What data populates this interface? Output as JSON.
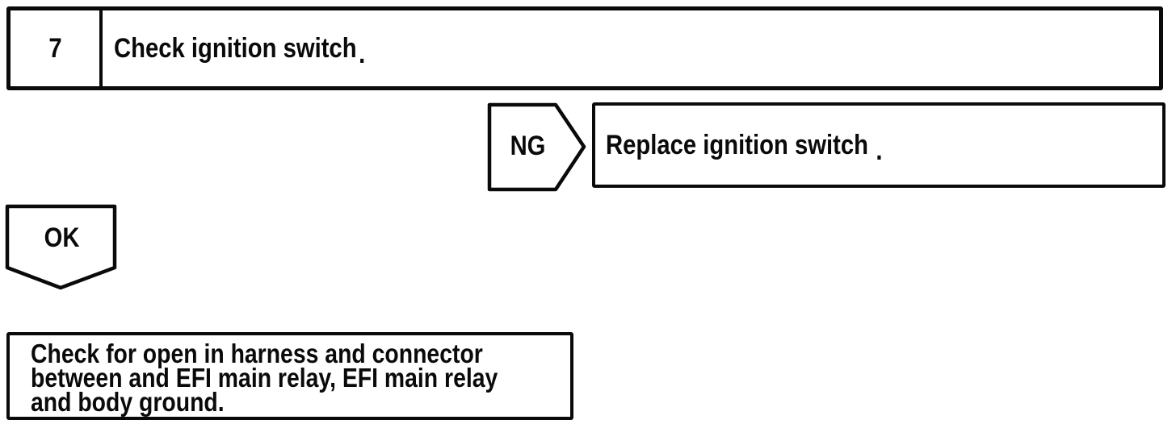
{
  "page": {
    "background": "#ffffff",
    "ink": "#0a0a0a"
  },
  "step_box": {
    "number": "7",
    "instruction": "Check ignition switch",
    "period": "."
  },
  "ng_branch": {
    "label": "NG",
    "result": "Replace ignition switch",
    "period": "."
  },
  "ok_branch": {
    "label": "OK"
  },
  "followup_box": {
    "lines": [
      "Check for open in harness and connector",
      "between and EFI main relay, EFI main relay",
      "and body ground."
    ]
  }
}
